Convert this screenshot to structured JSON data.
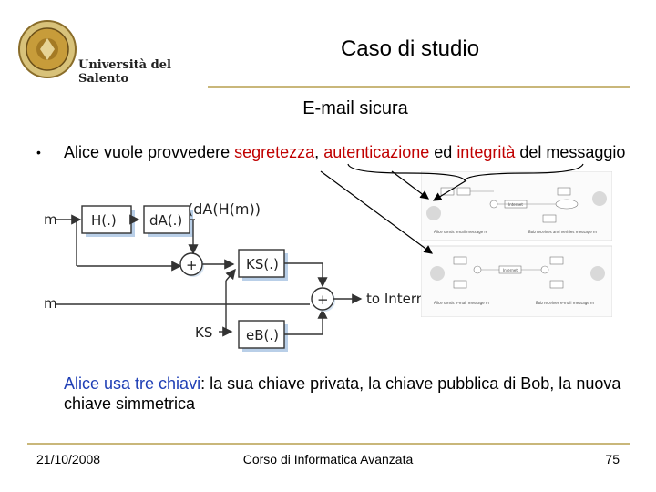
{
  "header": {
    "logo_text": "Università del Salento",
    "title": "Caso di studio",
    "subtitle": "E-mail sicura"
  },
  "bullet": {
    "marker": "•",
    "part1": "Alice vuole provvedere ",
    "term1": "segretezza",
    "sep1": ", ",
    "term2": "autenticazione",
    "sep2": " ed ",
    "term3": "integrità",
    "part2": " del messaggio"
  },
  "diagram": {
    "input_m_top": "m",
    "input_m_bottom": "m",
    "hash_block": "H(.)",
    "sign_block": "dA(.)",
    "signed_hash": "(dA(H(m))",
    "plus": "+",
    "sym_block": "KS(.)",
    "key_label": "KS",
    "pub_block": "eB(.)",
    "output": "to Internet"
  },
  "thumbnails": {
    "top_caption_left": "Alice sends email message m",
    "top_caption_right": "Bob receives and verifies message m",
    "top_channel": "Internet",
    "bottom_caption_left": "Alice sends e-mail message m",
    "bottom_caption_right": "Bob receives e-mail message m",
    "bottom_channel": "Internet"
  },
  "keys_note": {
    "lead": "Alice usa tre chiavi",
    "rest": ": la sua chiave privata, la chiave pubblica di Bob, la nuova chiave simmetrica"
  },
  "footer": {
    "date": "21/10/2008",
    "course": "Corso di Informatica Avanzata",
    "page": "75"
  },
  "colors": {
    "accent_red": "#c00000",
    "rule_gold": "#c9b77a",
    "shadow_blue": "#b9cfe8"
  }
}
